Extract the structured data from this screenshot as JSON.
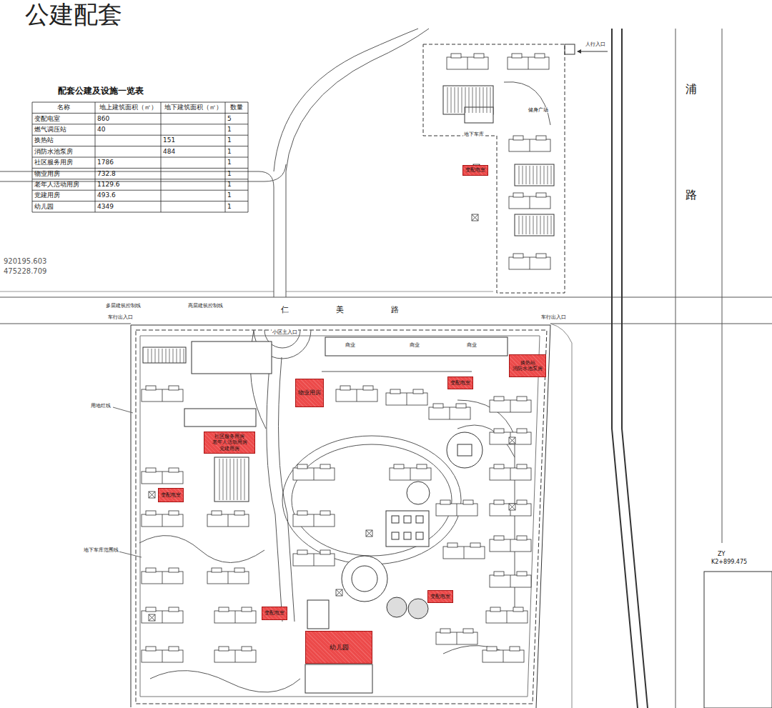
{
  "diagram": {
    "title": "公建配套",
    "nodes": [
      {
        "text": [
          "变配电室"
        ]
      },
      {
        "text": [
          "换热站",
          "消防水池泵房"
        ]
      },
      {
        "text": [
          "物业用房"
        ]
      },
      {
        "text": [
          "变配电室"
        ]
      },
      {
        "text": [
          "社区服务用房",
          "老年人活动用房",
          "党建用房"
        ]
      },
      {
        "text": [
          "变配电室"
        ]
      },
      {
        "text": [
          "变配电室"
        ]
      },
      {
        "text": [
          "变配电室"
        ]
      },
      {
        "text": [
          "幼儿园"
        ]
      }
    ],
    "labels": [
      "配套公建及设施一览表",
      "名称",
      "地上建筑面积（㎡）",
      "地下建筑面积（㎡）",
      "数量",
      "变配电室",
      "860",
      "5",
      "燃气调压站",
      "40",
      "1",
      "换热站",
      "151",
      "1",
      "消防水池泵房",
      "484",
      "1",
      "社区服务用房",
      "1786",
      "1",
      "物业用房",
      "732.8",
      "1",
      "老年人活动用房",
      "1129.6",
      "1",
      "党建用房",
      "493.6",
      "1",
      "幼儿园",
      "4349",
      "1",
      "920195.603",
      "475228.709",
      "浦",
      "路",
      "仁",
      "美",
      "路",
      "ZY",
      "K2+899.475",
      "用地红线",
      "地下车库范围线",
      "多层建筑控制线",
      "高层建筑控制线",
      "车行出入口",
      "车行出入口",
      "小区主入口",
      "人行入口",
      "健身广场",
      "地下车库",
      "商业",
      "商业",
      "商业"
    ]
  }
}
